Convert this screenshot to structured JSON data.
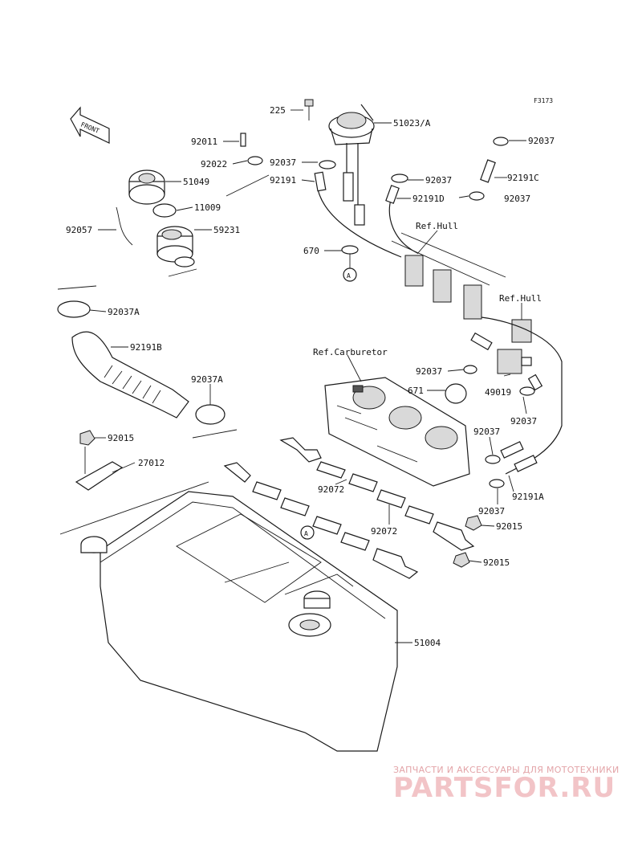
{
  "figure_code": "F3173",
  "front_arrow_label": "FRONT",
  "ref_labels": {
    "hull_1": "Ref.Hull",
    "hull_2": "Ref.Hull",
    "carburetor": "Ref.Carburetor"
  },
  "circle_marker": "A",
  "watermark": {
    "top_line": "ЗАПЧАСТИ И АКСЕССУАРЫ ДЛЯ МОТОТЕХНИКИ",
    "brand": "PARTSFOR.RU"
  },
  "parts": [
    {
      "code": "225"
    },
    {
      "code": "51023/A"
    },
    {
      "code": "92037"
    },
    {
      "code": "92037"
    },
    {
      "code": "92191"
    },
    {
      "code": "92037"
    },
    {
      "code": "92191C"
    },
    {
      "code": "92191D"
    },
    {
      "code": "92037"
    },
    {
      "code": "92011"
    },
    {
      "code": "92022"
    },
    {
      "code": "51049"
    },
    {
      "code": "11009"
    },
    {
      "code": "92057"
    },
    {
      "code": "59231"
    },
    {
      "code": "670"
    },
    {
      "code": "92037A"
    },
    {
      "code": "92191B"
    },
    {
      "code": "92037A"
    },
    {
      "code": "92037"
    },
    {
      "code": "671"
    },
    {
      "code": "49019"
    },
    {
      "code": "92037"
    },
    {
      "code": "92037"
    },
    {
      "code": "92015"
    },
    {
      "code": "27012"
    },
    {
      "code": "92072"
    },
    {
      "code": "92072"
    },
    {
      "code": "92191A"
    },
    {
      "code": "92037"
    },
    {
      "code": "92015"
    },
    {
      "code": "92015"
    },
    {
      "code": "51004"
    }
  ]
}
